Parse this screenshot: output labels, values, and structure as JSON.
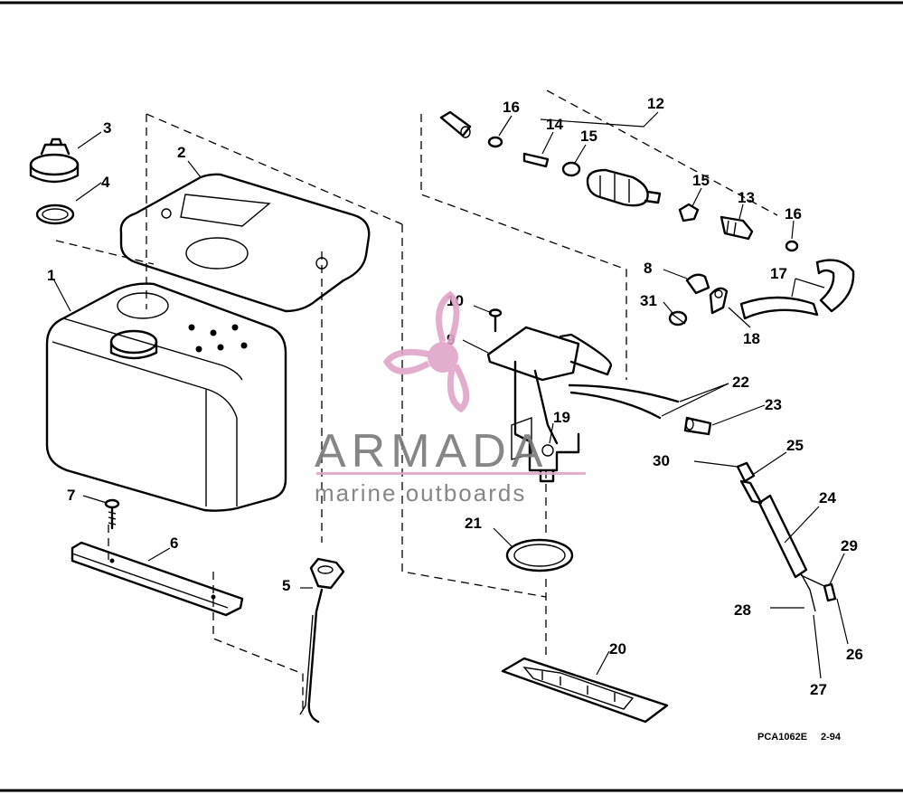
{
  "watermark": {
    "brand": "ARMADA",
    "tagline": "marine outboards",
    "accent": "#e0a6c8",
    "text_color": "#7a7a7a"
  },
  "part_numbers": {
    "p1": "1",
    "p2": "2",
    "p3": "3",
    "p4": "4",
    "p5": "5",
    "p6": "6",
    "p7": "7",
    "p8": "8",
    "p9": "9",
    "p10": "10",
    "p12": "12",
    "p13": "13",
    "p14": "14",
    "p15a": "15",
    "p15b": "15",
    "p16a": "16",
    "p16b": "16",
    "p17": "17",
    "p18": "18",
    "p19": "19",
    "p20": "20",
    "p21": "21",
    "p22": "22",
    "p23": "23",
    "p24": "24",
    "p25": "25",
    "p26": "26",
    "p27": "27",
    "p28": "28",
    "p29": "29",
    "p30": "30",
    "p31": "31"
  },
  "drawing_code": "PCA1062E",
  "drawing_date": "2-94"
}
